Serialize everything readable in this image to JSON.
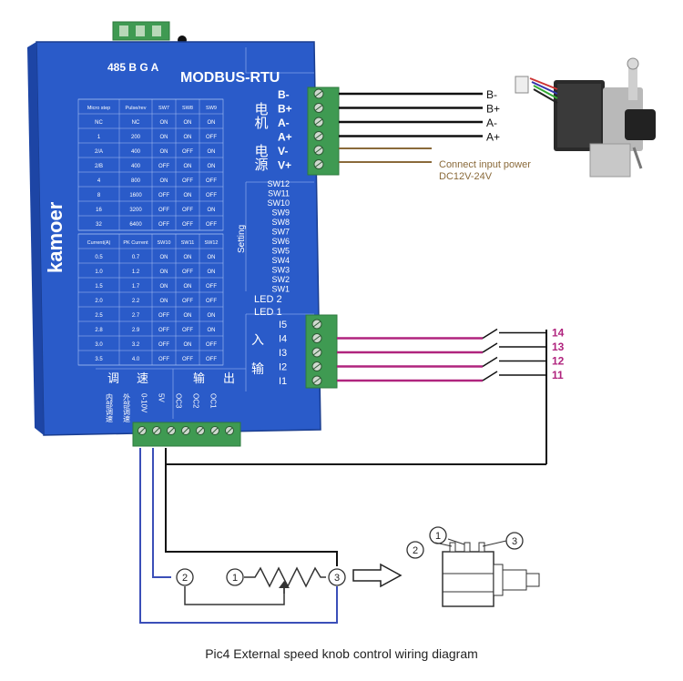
{
  "driver": {
    "brand": "kamoer",
    "protocol": "MODBUS-RTU",
    "port_label": "485 B G A",
    "motor_group": "电机",
    "power_group": "电源",
    "motor_pins": [
      "B-",
      "B+",
      "A-",
      "A+"
    ],
    "power_pins": [
      "V-",
      "V+"
    ],
    "setting_label": "Setting",
    "switches": [
      "SW12",
      "SW11",
      "SW10",
      "SW9",
      "SW8",
      "SW7",
      "SW6",
      "SW5",
      "SW4",
      "SW3",
      "SW2",
      "SW1"
    ],
    "leds": [
      "LED 2",
      "LED 1"
    ],
    "input_group": [
      "入",
      "输"
    ],
    "input_pins": [
      "I5",
      "I4",
      "I3",
      "I2",
      "I1"
    ],
    "speed_group": [
      "调",
      "速"
    ],
    "output_group": [
      "输",
      "出"
    ],
    "bottom_pins": [
      "内部调速",
      "外部调速",
      "0-10V",
      "5V",
      "OC3",
      "OC2",
      "OC1"
    ]
  },
  "microstep_table": {
    "headers": [
      "Micro step",
      "Pulse/rev",
      "SW7",
      "SW8",
      "SW9"
    ],
    "rows": [
      [
        "NC",
        "NC",
        "ON",
        "ON",
        "ON"
      ],
      [
        "1",
        "200",
        "ON",
        "ON",
        "OFF"
      ],
      [
        "2/A",
        "400",
        "ON",
        "OFF",
        "ON"
      ],
      [
        "2/B",
        "400",
        "OFF",
        "ON",
        "ON"
      ],
      [
        "4",
        "800",
        "ON",
        "OFF",
        "OFF"
      ],
      [
        "8",
        "1600",
        "OFF",
        "ON",
        "OFF"
      ],
      [
        "16",
        "3200",
        "OFF",
        "OFF",
        "ON"
      ],
      [
        "32",
        "6400",
        "OFF",
        "OFF",
        "OFF"
      ]
    ]
  },
  "current_table": {
    "headers": [
      "Current(A)",
      "PK Current",
      "SW10",
      "SW11",
      "SW12"
    ],
    "rows": [
      [
        "0.5",
        "0.7",
        "ON",
        "ON",
        "ON"
      ],
      [
        "1.0",
        "1.2",
        "ON",
        "OFF",
        "ON"
      ],
      [
        "1.5",
        "1.7",
        "ON",
        "ON",
        "OFF"
      ],
      [
        "2.0",
        "2.2",
        "ON",
        "OFF",
        "OFF"
      ],
      [
        "2.5",
        "2.7",
        "OFF",
        "ON",
        "ON"
      ],
      [
        "2.8",
        "2.9",
        "OFF",
        "OFF",
        "ON"
      ],
      [
        "3.0",
        "3.2",
        "OFF",
        "ON",
        "OFF"
      ],
      [
        "3.5",
        "4.0",
        "OFF",
        "OFF",
        "OFF"
      ]
    ]
  },
  "motor_wires": [
    "B-",
    "B+",
    "A-",
    "A+"
  ],
  "power_note": [
    "Connect input power",
    "DC12V-24V"
  ],
  "input_wires": [
    "14",
    "13",
    "12",
    "11"
  ],
  "knob_pins": [
    "1",
    "2",
    "3"
  ],
  "caption": "Pic4   External speed knob control wiring diagram",
  "colors": {
    "board": "#2a5bc9",
    "board_dark": "#1d45a5",
    "terminal": "#3f9a52",
    "magenta": "#b0247e",
    "brown": "#8a6a3a",
    "blue_wire": "#3b4fb8"
  }
}
